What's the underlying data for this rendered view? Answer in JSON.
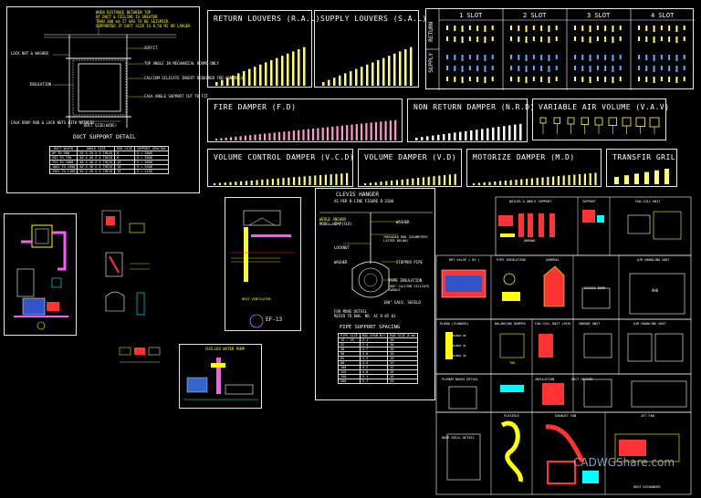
{
  "duct_support": {
    "title": "DUCT SUPPORT DETAIL",
    "notes": [
      "WHEN DISTANCE BETWEEN TOP",
      "OF DUCT & CEILING IS GREATER",
      "THAN 300 mm IT HAS TO BE SEISMICK",
      "SUPPORTED IF DUCT SIZE IS 0.56 M2 OR LARGER"
    ],
    "labels": [
      "LOCK NUT & WASHER",
      "SOFFIT",
      "TOP ANGLE IN MECHANICAL ROOMS ONLY",
      "CALCIUM SILICATE INSERT REQUIRED FOR CONTROLS",
      "INSULATION",
      "CALK ANGLE SUPPORT CUT TO FIT",
      "CALK DROP ROD & LOCK NUTS WITH WASHERS",
      "DUCT SIZE(WIDE)"
    ],
    "table_headers": [
      "DUCT WIDTH",
      "ANGLE SIZE",
      "ROD SIZE",
      "SUPPORT SPACING"
    ],
    "table_rows": [
      [
        "UP TO 500",
        "25 X 25 X 3 THICK",
        "8",
        "S = 3000"
      ],
      [
        "501 TO 750",
        "40 X 40 X 4 THICK",
        "8",
        "S = 3000"
      ],
      [
        "751 TO 1000",
        "40 X 40 X 4 THICK",
        "10",
        "S = 3000"
      ],
      [
        "1001 TO 1500",
        "50 X 50 X 5 THICK",
        "10",
        "S = 2500"
      ],
      [
        "1501 TO 2100",
        "50 X 50 X 5 THICK",
        "10",
        "S = 1250"
      ]
    ]
  },
  "return_louvers": {
    "title": "RETURN LOUVERS (R.A.L)"
  },
  "supply_louvers": {
    "title": "SUPPLY LOUVERS (S.A.L)"
  },
  "slots": {
    "side_labels": [
      "SUPPLY",
      "RETURN"
    ],
    "headers": [
      "1 SLOT",
      "2 SLOT",
      "3 SLOT",
      "4 SLOT"
    ]
  },
  "fire_damper": {
    "title": "FIRE DAMPER (F.D)"
  },
  "non_return_damper": {
    "title": "NON RETURN DAMPER (N.R.D)"
  },
  "vav": {
    "title": "VARIABLE AIR VOLUME (V.A.V)"
  },
  "vcd": {
    "title": "VOLUME CONTROL DAMPER (V.C.D)"
  },
  "vd": {
    "title": "VOLUME DAMPER (V.D)"
  },
  "md": {
    "title": "MOTORIZE DAMPER (M.D)"
  },
  "transfer_grill": {
    "title": "TRANSFIR GRIL"
  },
  "clevis": {
    "title": "CLEVIS HANGER",
    "subtitle": "AS PER B-LINE FIGURE B-3100",
    "labels": [
      "WEDGE ANCHOR",
      "MODEL=HDMP(FLR)",
      "WASHER",
      "LOCKNUT",
      "THREADED ROD (DIAMETERS LISTED BELOW)",
      "WASHER",
      "STOPPER PIPE",
      "PIPE INSULATION",
      "180° CALCIUM SILICATE SADDLE",
      "180° GALV. SHIELD"
    ],
    "for_more": "FOR MORE DETAIL",
    "refer": "REFER TO DWG. NO. AC D 05 01",
    "table_title": "PIPE SUPPORT SPACING",
    "table_headers": [
      "PIPE SIZE",
      "MAX.SPAN M/c",
      "ROD SIZE Ø mm"
    ],
    "table_rows": [
      [
        "15 - 25",
        "2.1",
        "10"
      ],
      [
        "32",
        "2.4",
        "10"
      ],
      [
        "40",
        "2.7",
        "10"
      ],
      [
        "50",
        "3.0",
        "10"
      ],
      [
        "65",
        "3.3",
        "10"
      ],
      [
        "80",
        "3.6",
        "12"
      ],
      [
        "100",
        "4.2",
        "12"
      ],
      [
        "125",
        "4.8",
        "16"
      ],
      [
        "150",
        "5.1",
        "16"
      ],
      [
        "200",
        "5.7",
        "20"
      ]
    ]
  },
  "ef": {
    "label": "EF-13",
    "caption": "HEAT VENTILATOR"
  },
  "chilled_pump": {
    "title": "CHILLED WATER PUMP"
  },
  "right_grid": {
    "titles": [
      "BOILER & ANGLE SUPPORT",
      "SUPPORT",
      "FAN COIL UNIT",
      "ARROWS",
      "PIPE INSULATION",
      "GENERAL",
      "DRY VALVE ( DV )",
      "ACCESS DOOR",
      "AIR HANDLING UNIT",
      "ELBOW (FLANGED)",
      "BALANCING DAMPER",
      "FAN COIL UNIT (HCH)",
      "INDOOR UNIT",
      "AIR HANDLING UNIT",
      "TAG",
      "PLENUM BOXES DETAIL",
      "INSULATION",
      "DUCT HEATER",
      "FLEXIBLE",
      "EXHAUST FAN",
      "JET FAN",
      "DOOR GRILL DETAIL",
      "HEAT EXCHANGER"
    ],
    "ahu_label": "AHU",
    "elbow_labels": [
      "ELBOW 90",
      "ELBOW 45",
      "ELBOW 30"
    ]
  },
  "watermark": "CADWGShare.com"
}
